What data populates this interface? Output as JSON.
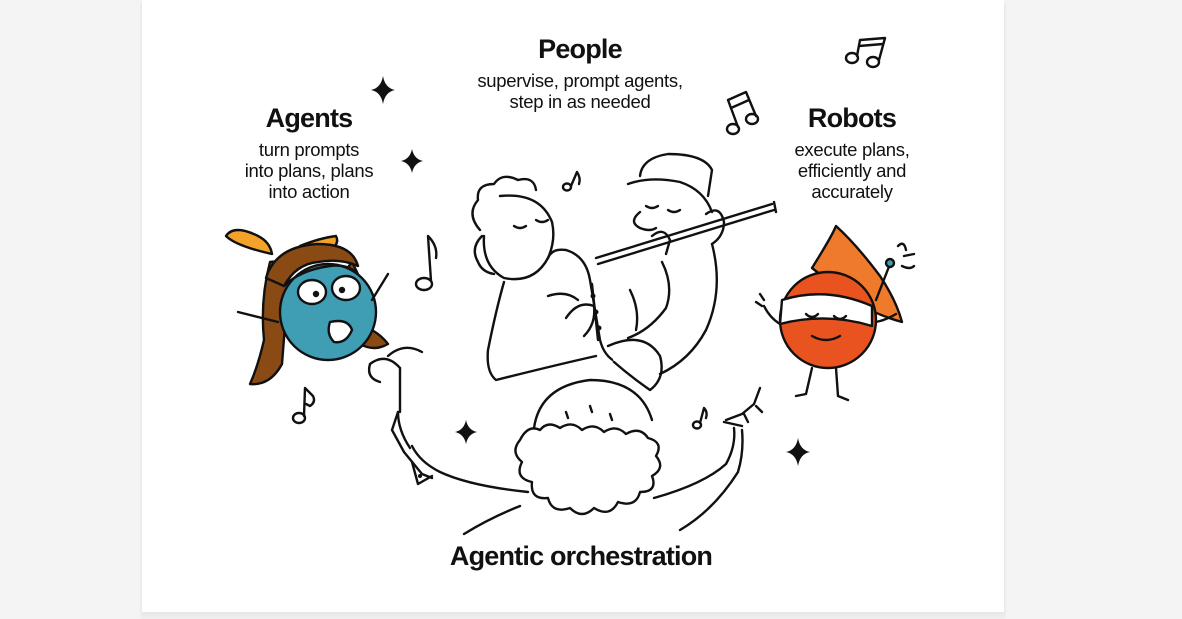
{
  "people": {
    "title": "People",
    "lines": [
      "supervise, prompt agents,",
      "step in as needed"
    ]
  },
  "agents": {
    "title": "Agents",
    "lines": [
      "turn prompts",
      "into plans, plans",
      "into action"
    ]
  },
  "robots": {
    "title": "Robots",
    "lines": [
      "execute plans,",
      "efficiently and",
      "accurately"
    ]
  },
  "footer": {
    "title": "Agentic orchestration"
  },
  "colors": {
    "agent_body": "#3f9db4",
    "agent_hair": "#8a4a14",
    "agent_ribbon": "#f3a32a",
    "robot_body": "#e8531f",
    "robot_hat": "#f07a2c",
    "ink": "#111111"
  },
  "icons": [
    "sparkle-icon",
    "music-note-icon",
    "double-music-note-icon"
  ]
}
